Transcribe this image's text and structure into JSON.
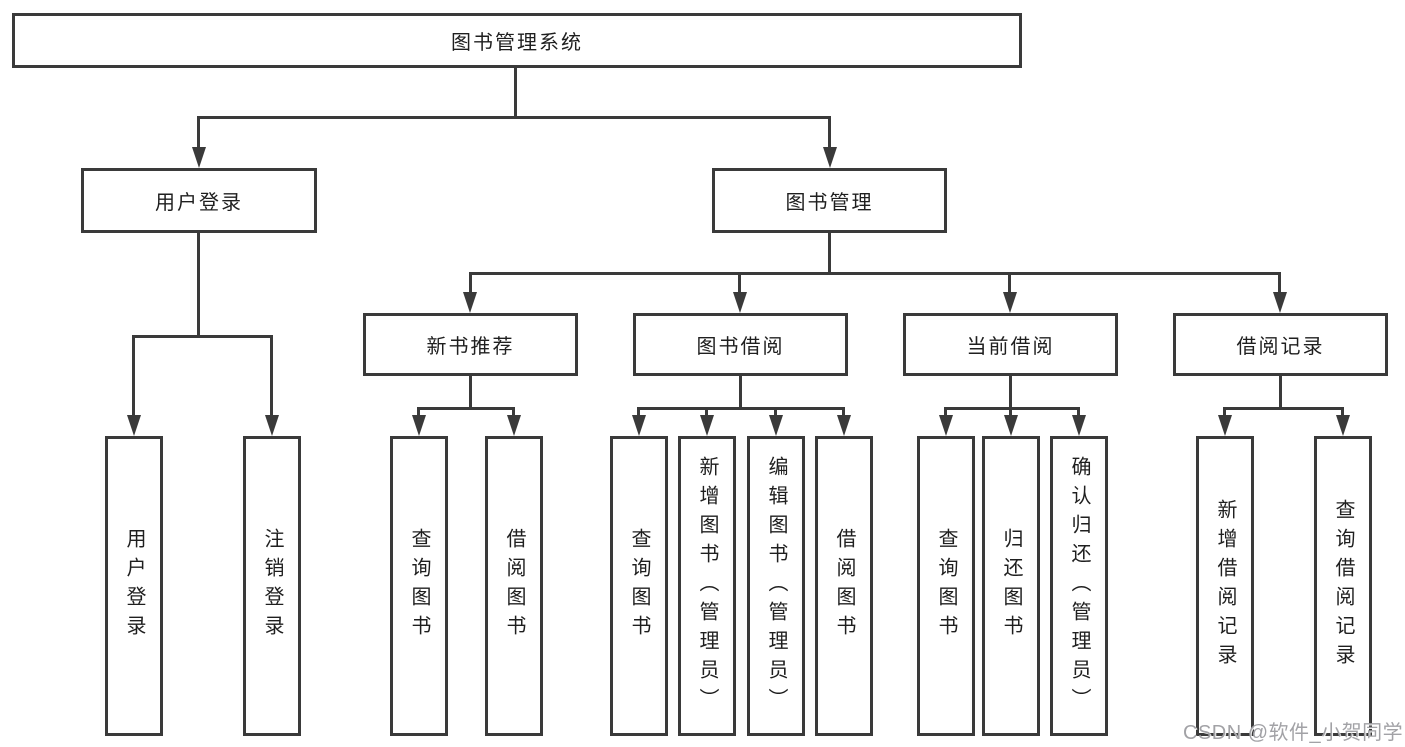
{
  "tree": {
    "root": {
      "label": "图书管理系统",
      "children": [
        {
          "label": "用户登录",
          "children": [
            {
              "label": "用户登录"
            },
            {
              "label": "注销登录"
            }
          ]
        },
        {
          "label": "图书管理",
          "children": [
            {
              "label": "新书推荐",
              "children": [
                {
                  "label": "查询图书"
                },
                {
                  "label": "借阅图书"
                }
              ]
            },
            {
              "label": "图书借阅",
              "children": [
                {
                  "label": "查询图书"
                },
                {
                  "label": "新增图书（管理员）"
                },
                {
                  "label": "编辑图书（管理员）"
                },
                {
                  "label": "借阅图书"
                }
              ]
            },
            {
              "label": "当前借阅",
              "children": [
                {
                  "label": "查询图书"
                },
                {
                  "label": "归还图书"
                },
                {
                  "label": "确认归还（管理员）"
                }
              ]
            },
            {
              "label": "借阅记录",
              "children": [
                {
                  "label": "新增借阅记录"
                },
                {
                  "label": "查询借阅记录"
                }
              ]
            }
          ]
        }
      ]
    }
  },
  "watermark": {
    "text": "CSDN @软件_小贺同学"
  },
  "colors": {
    "line": "#3a3a3a",
    "text": "#1f1f1f",
    "watermark": "#a2a2a6",
    "background": "#ffffff"
  }
}
